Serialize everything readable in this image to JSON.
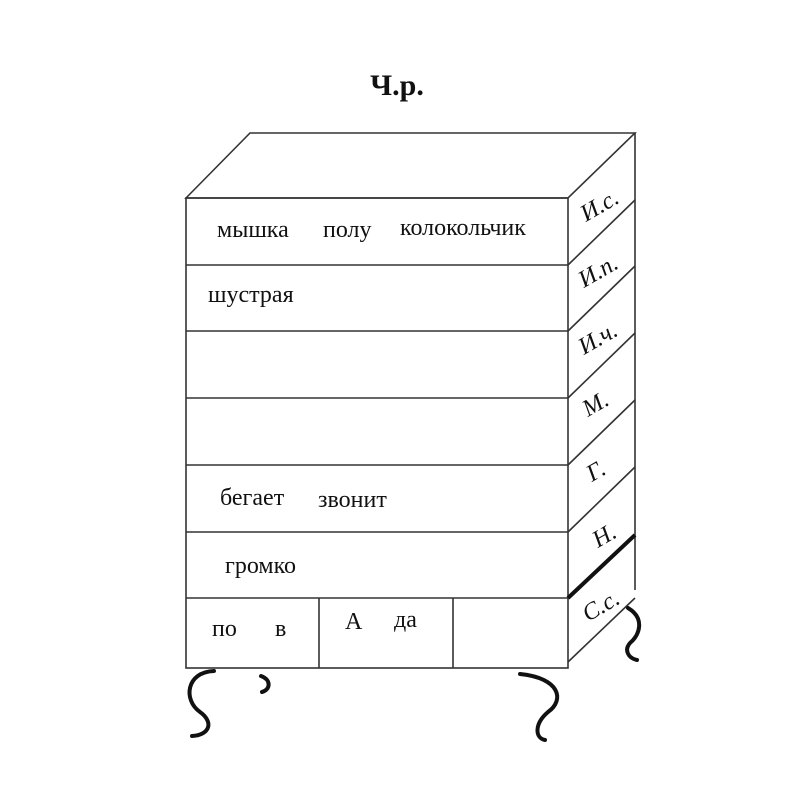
{
  "title": "Ч.р.",
  "drawers": [
    {
      "words": [
        "мышка",
        "полу",
        "колокольчик"
      ],
      "side_label": "И.с."
    },
    {
      "words": [
        "шустрая"
      ],
      "side_label": "И.п."
    },
    {
      "words": [],
      "side_label": "И.ч."
    },
    {
      "words": [],
      "side_label": "М."
    },
    {
      "words": [
        "бегает",
        "звонит"
      ],
      "side_label": "Г."
    },
    {
      "words": [
        "громко"
      ],
      "side_label": "Н."
    },
    {
      "words": [
        "по",
        "в",
        "А",
        "да"
      ],
      "side_label": "С.с."
    }
  ],
  "colors": {
    "line": "#333333",
    "text": "#111111"
  }
}
